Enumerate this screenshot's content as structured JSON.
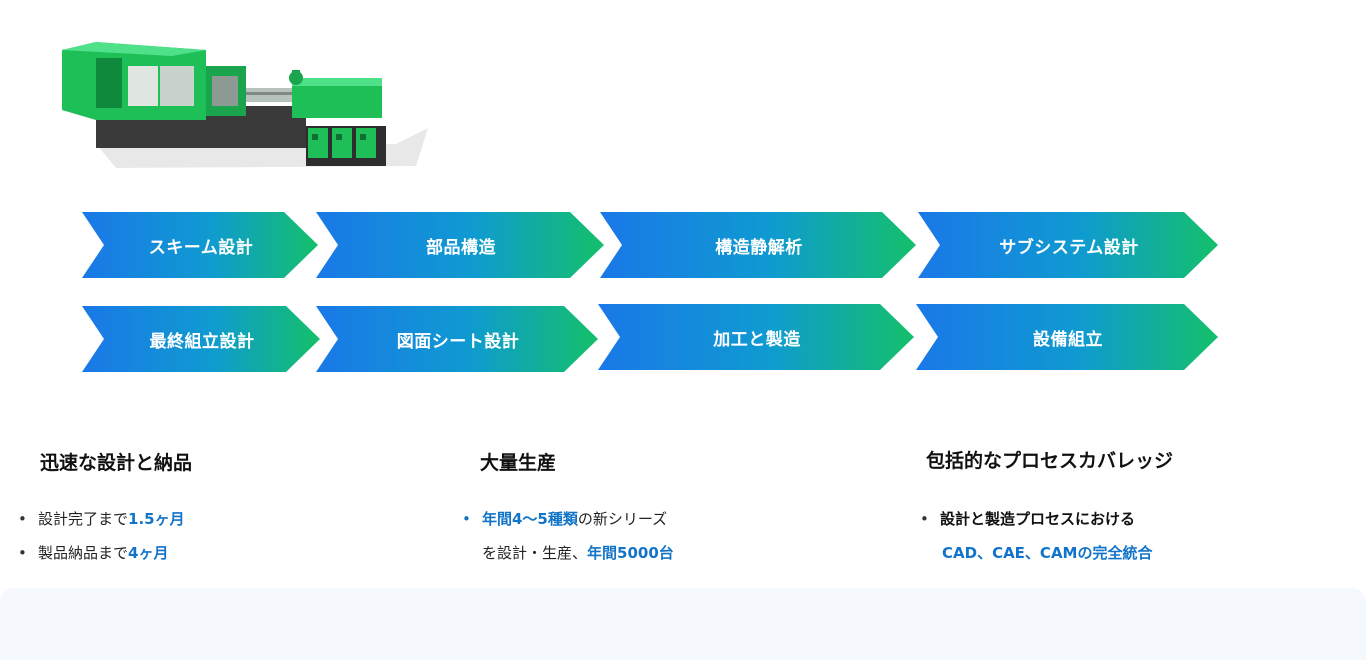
{
  "process_steps_row1": [
    "スキーム設計",
    "部品構造",
    "構造静解析",
    "サブシステム設計"
  ],
  "process_steps_row2": [
    "最終組立設計",
    "図面シート設計",
    "加工と製造",
    "設備組立"
  ],
  "columns": [
    {
      "title": "迅速な設計と納品",
      "bullets": [
        {
          "prefix": "設計完了まで",
          "highlight": "1.5ヶ月"
        },
        {
          "prefix": "製品納品まで",
          "highlight": "4ヶ月"
        }
      ]
    },
    {
      "title": "大量生産",
      "line1_highlight": "年間4～5種類",
      "line1_rest": "の新シリーズ",
      "line2_prefix": "を設計・生産、",
      "line2_highlight": "年間5000台"
    },
    {
      "title": "包括的なプロセスカバレッジ",
      "line1": "設計と製造プロセスにおける",
      "line2": "CAD、CAE、CAMの完全統合"
    }
  ],
  "colors": {
    "arrow_start": "#1a78e8",
    "arrow_end": "#14c06a",
    "highlight_blue": "#1274c8",
    "machine_green": "#1db954"
  }
}
